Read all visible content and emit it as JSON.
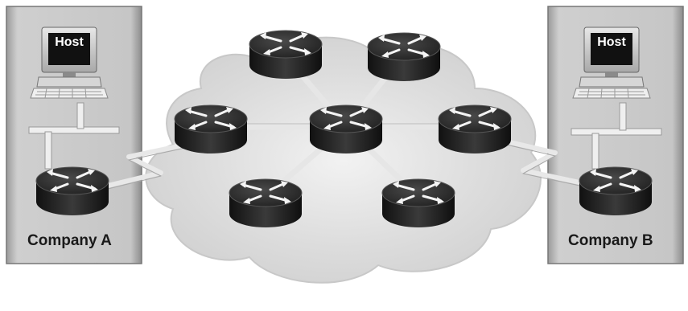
{
  "sites": {
    "left": {
      "host_label": "Host",
      "company_label": "Company A"
    },
    "right": {
      "host_label": "Host",
      "company_label": "Company B"
    }
  },
  "colors": {
    "panel": "#c4c4c4",
    "cloud": "#d8d8d8",
    "router_body": "#2a2a2a",
    "link": "#e0e0e0"
  },
  "icons": [
    "computer-icon",
    "router-icon",
    "wan-serial-link-icon",
    "cloud-icon"
  ]
}
